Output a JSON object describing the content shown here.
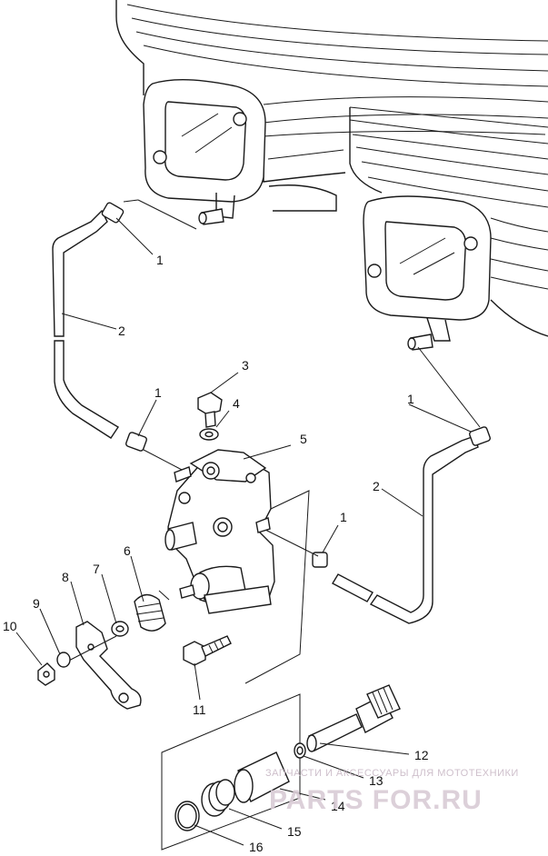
{
  "diagram": {
    "callouts": [
      "1",
      "2",
      "3",
      "4",
      "5",
      "6",
      "7",
      "8",
      "9",
      "10",
      "11",
      "12",
      "13",
      "14",
      "15",
      "16"
    ]
  },
  "watermark": {
    "top_text": "ЗАПЧАСТИ И АКСЕССУАРЫ ДЛЯ МОТОТЕХНИКИ",
    "brand": "PARTS FOR.RU"
  },
  "colors": {
    "ink": "#1a1a1a",
    "watermark": "#d9cbd5",
    "background": "#ffffff"
  }
}
